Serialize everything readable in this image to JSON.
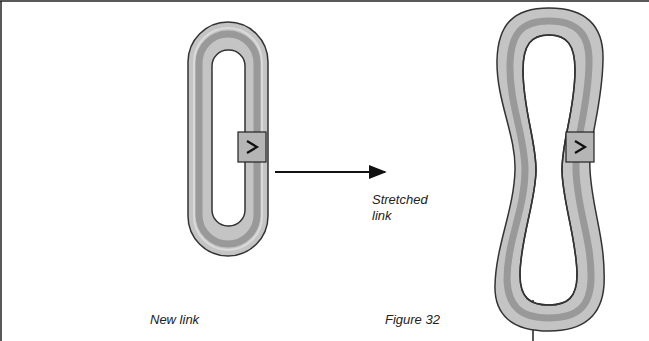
{
  "diagram": {
    "caption": "Figure 32",
    "labels": [
      "New link",
      "Stretched link"
    ]
  }
}
